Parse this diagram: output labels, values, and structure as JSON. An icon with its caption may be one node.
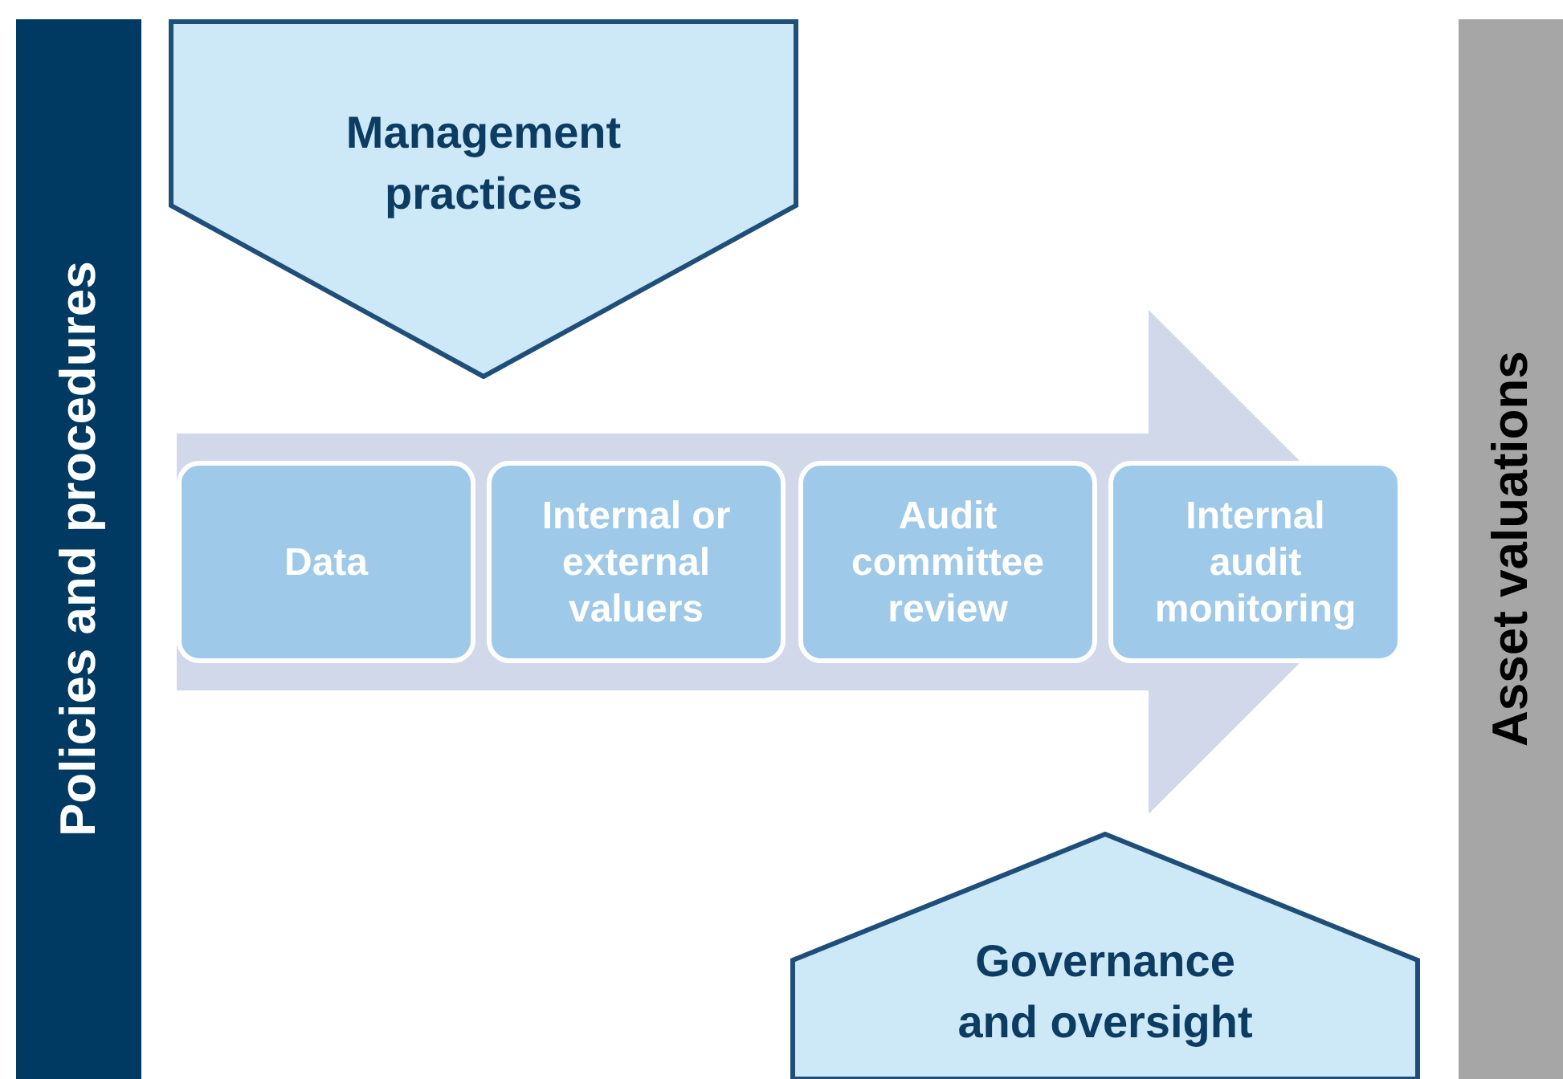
{
  "diagram": {
    "nodes": [
      {
        "text": [
          "Policies and procedures"
        ]
      },
      {
        "text": [
          "Management practices"
        ]
      },
      {
        "text": [],
        "shape": "arrow"
      },
      {
        "text": [
          "Data"
        ],
        "in": 2
      },
      {
        "text": [
          "Internal or external valuers"
        ],
        "in": 2
      },
      {
        "text": [
          "Audit committee review"
        ],
        "in": 2
      },
      {
        "text": [
          "Internal audit monitoring"
        ],
        "in": 2
      },
      {
        "text": [
          "Governance and oversight"
        ]
      },
      {
        "text": [
          "Asset valuations"
        ]
      }
    ]
  }
}
